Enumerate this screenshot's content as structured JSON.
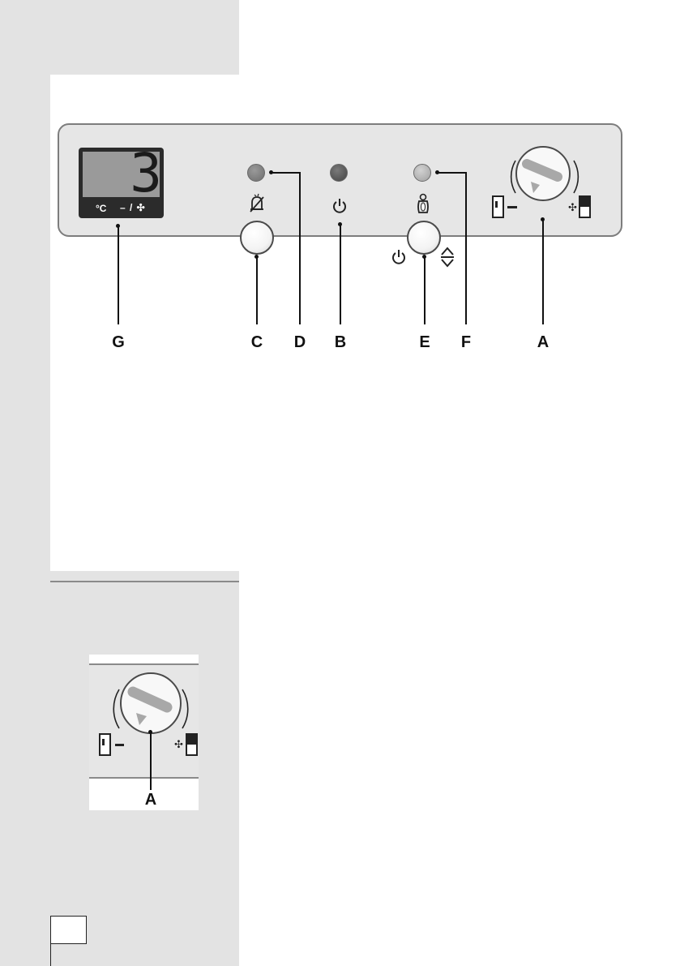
{
  "panel_display": {
    "digit": "3",
    "unit": "°C",
    "mode": "– / ✣"
  },
  "icons": {
    "alarm_off": "alarm-off-icon",
    "power": "power-icon",
    "penguin": "super-cool-icon",
    "up_down": "up-down-arrows-icon",
    "fridge": "fridge-icon",
    "snowflake": "snowflake-icon"
  },
  "callouts": {
    "G": "G",
    "C": "C",
    "D": "D",
    "B": "B",
    "E": "E",
    "F": "F",
    "A": "A"
  },
  "detail": {
    "label": "A"
  },
  "colors": {
    "sidebar": "#e3e3e3",
    "panel": "#e6e6e6",
    "led_d": "#6d6d6d",
    "led_b": "#4a4a4a",
    "led_f": "#a6a6a6"
  }
}
